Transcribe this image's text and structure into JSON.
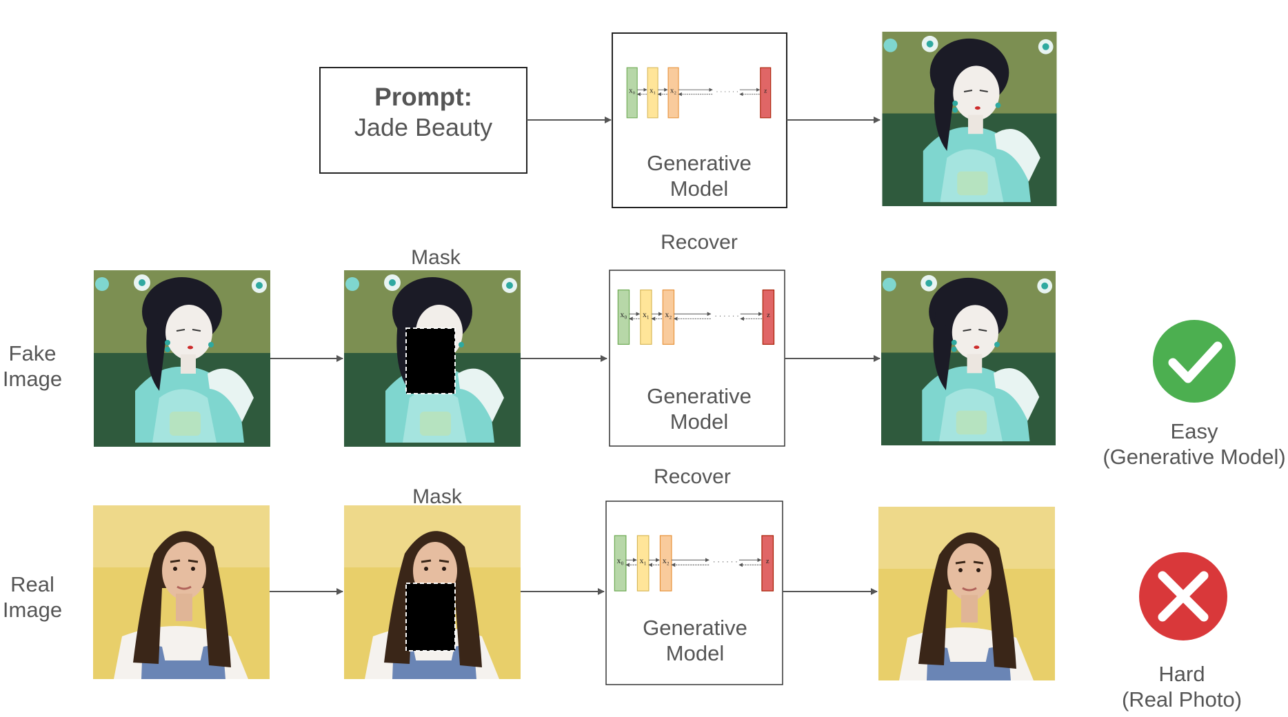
{
  "prompt": {
    "title": "Prompt:",
    "text": "Jade Beauty"
  },
  "model_label_line1": "Generative",
  "model_label_line2": "Model",
  "model_internals": {
    "inputs": [
      "x0",
      "x1",
      "x2"
    ],
    "ellipsis": "··· ···",
    "latent": "z"
  },
  "rows": {
    "fake": {
      "label_line1": "Fake",
      "label_line2": "Image",
      "mask": "Mask",
      "recover": "Recover",
      "verdict_line1": "Easy",
      "verdict_line2": "(Generative Model)",
      "verdict_icon": "checkmark-icon"
    },
    "real": {
      "label_line1": "Real",
      "label_line2": "Image",
      "mask": "Mask",
      "recover": "Recover",
      "verdict_line1": "Hard",
      "verdict_line2": "(Real Photo)",
      "verdict_icon": "cross-icon"
    }
  },
  "colors": {
    "green_check": "#4caf50",
    "red_cross": "#d9383a",
    "box_x0": "#b7d7a8",
    "box_x1": "#ffe599",
    "box_x2": "#f9cb9c",
    "box_z": "#e06666",
    "jade": "#7fd6cf",
    "yellow_bg": "#e8cf6a"
  }
}
